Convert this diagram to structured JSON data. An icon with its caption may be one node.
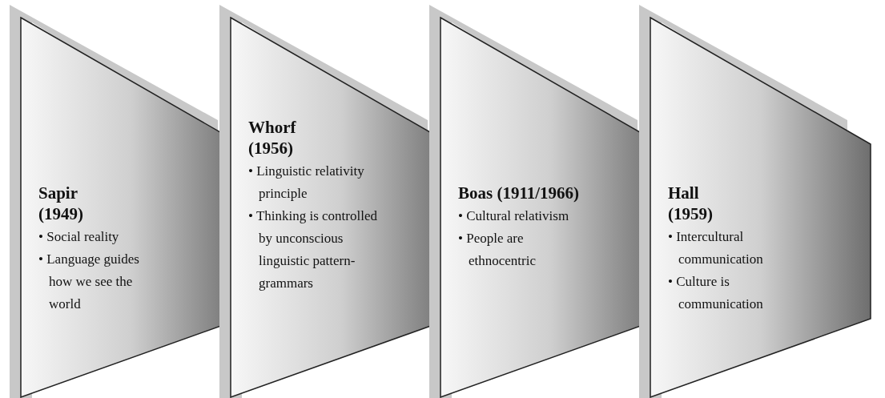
{
  "diagram": {
    "nodes": [
      {
        "text": [
          "Sapir (1949)",
          "• Social reality",
          "• Language guides how we see the world"
        ]
      },
      {
        "text": [
          "Whorf (1956)",
          "• Linguistic relativity principle",
          "• Thinking is controlled by unconscious linguistic pattern-grammars"
        ]
      },
      {
        "text": [
          "Boas (1911/1966)",
          "• Cultural relativism",
          "• People are ethnocentric"
        ]
      },
      {
        "text": [
          "Hall (1959)",
          "• Intercultural communication",
          "• Culture is communication"
        ]
      }
    ]
  }
}
